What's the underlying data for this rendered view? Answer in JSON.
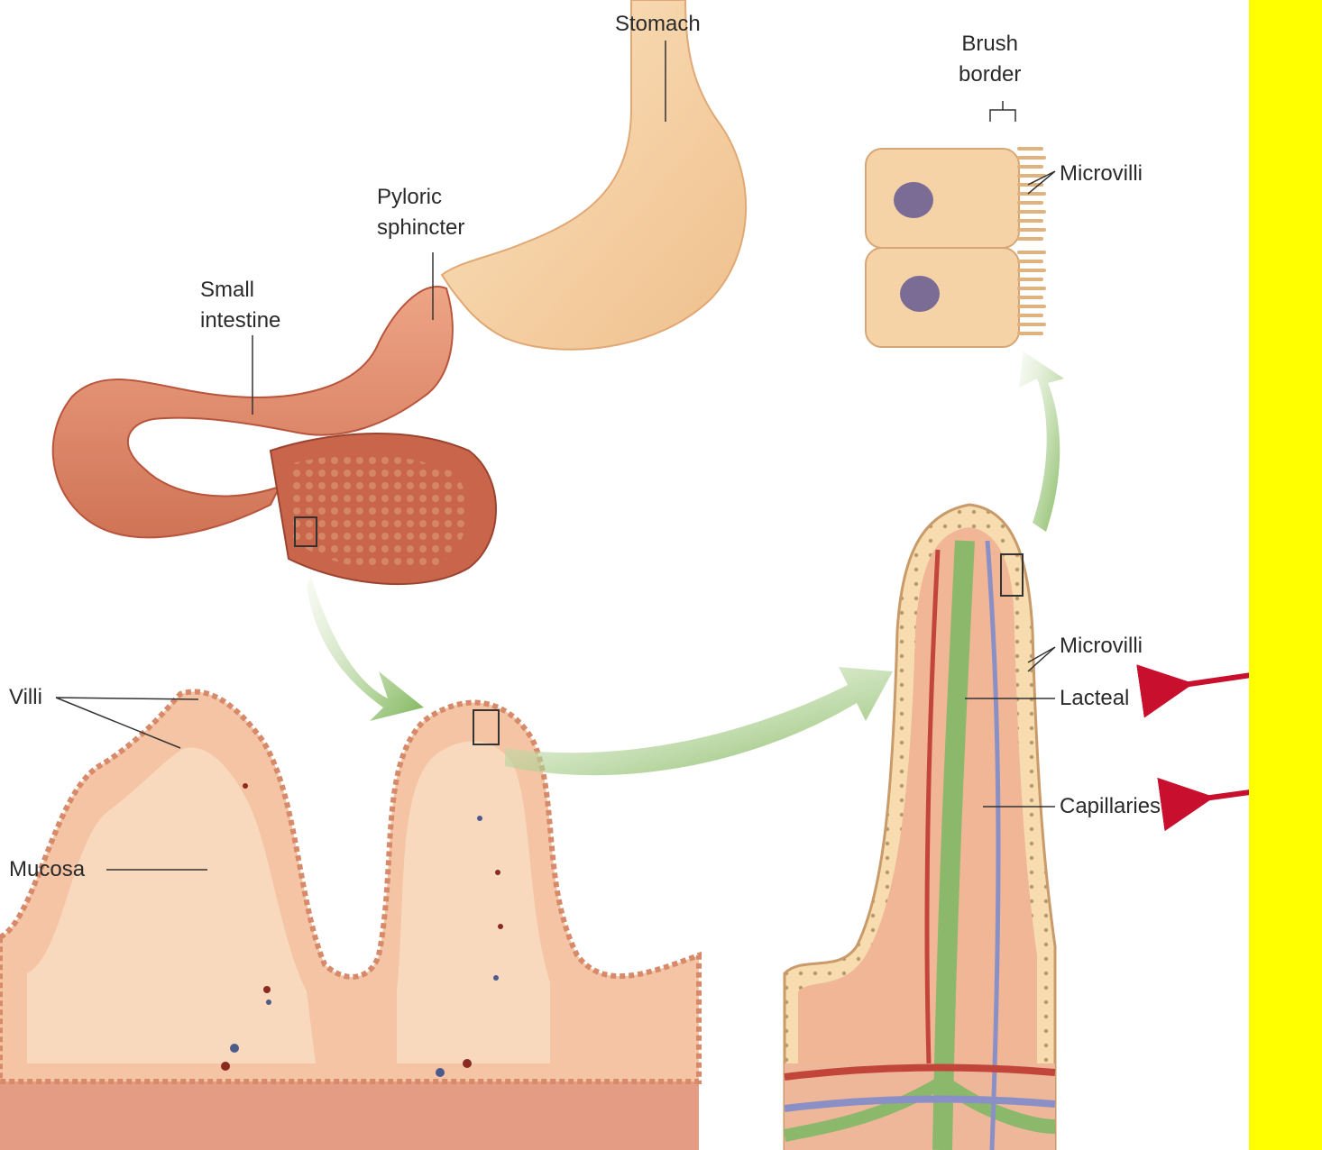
{
  "labels": {
    "stomach": "Stomach",
    "brush_border": [
      "Brush",
      "border"
    ],
    "microvilli_top": "Microvilli",
    "pyloric_sphincter": [
      "Pyloric",
      "sphincter"
    ],
    "small_intestine": [
      "Small",
      "intestine"
    ],
    "villi": "Villi",
    "mucosa": "Mucosa",
    "microvilli_villus": "Microvilli",
    "lacteal": "Lacteal",
    "capillaries": "Capillaries"
  },
  "colors": {
    "highlight_panel": "#ffff00",
    "pointer_arrow": "#c8102e",
    "flow_arrow": "#8fc26a",
    "stomach": "#f6d2a6",
    "intestine": "#e2896a",
    "mucosa_tissue": "#f3c9a8",
    "lacteal": "#8bb86a",
    "vein": "#8a90c6",
    "artery": "#c2453a"
  },
  "annotations": {
    "pointer_arrows": [
      "lacteal",
      "capillaries"
    ]
  }
}
